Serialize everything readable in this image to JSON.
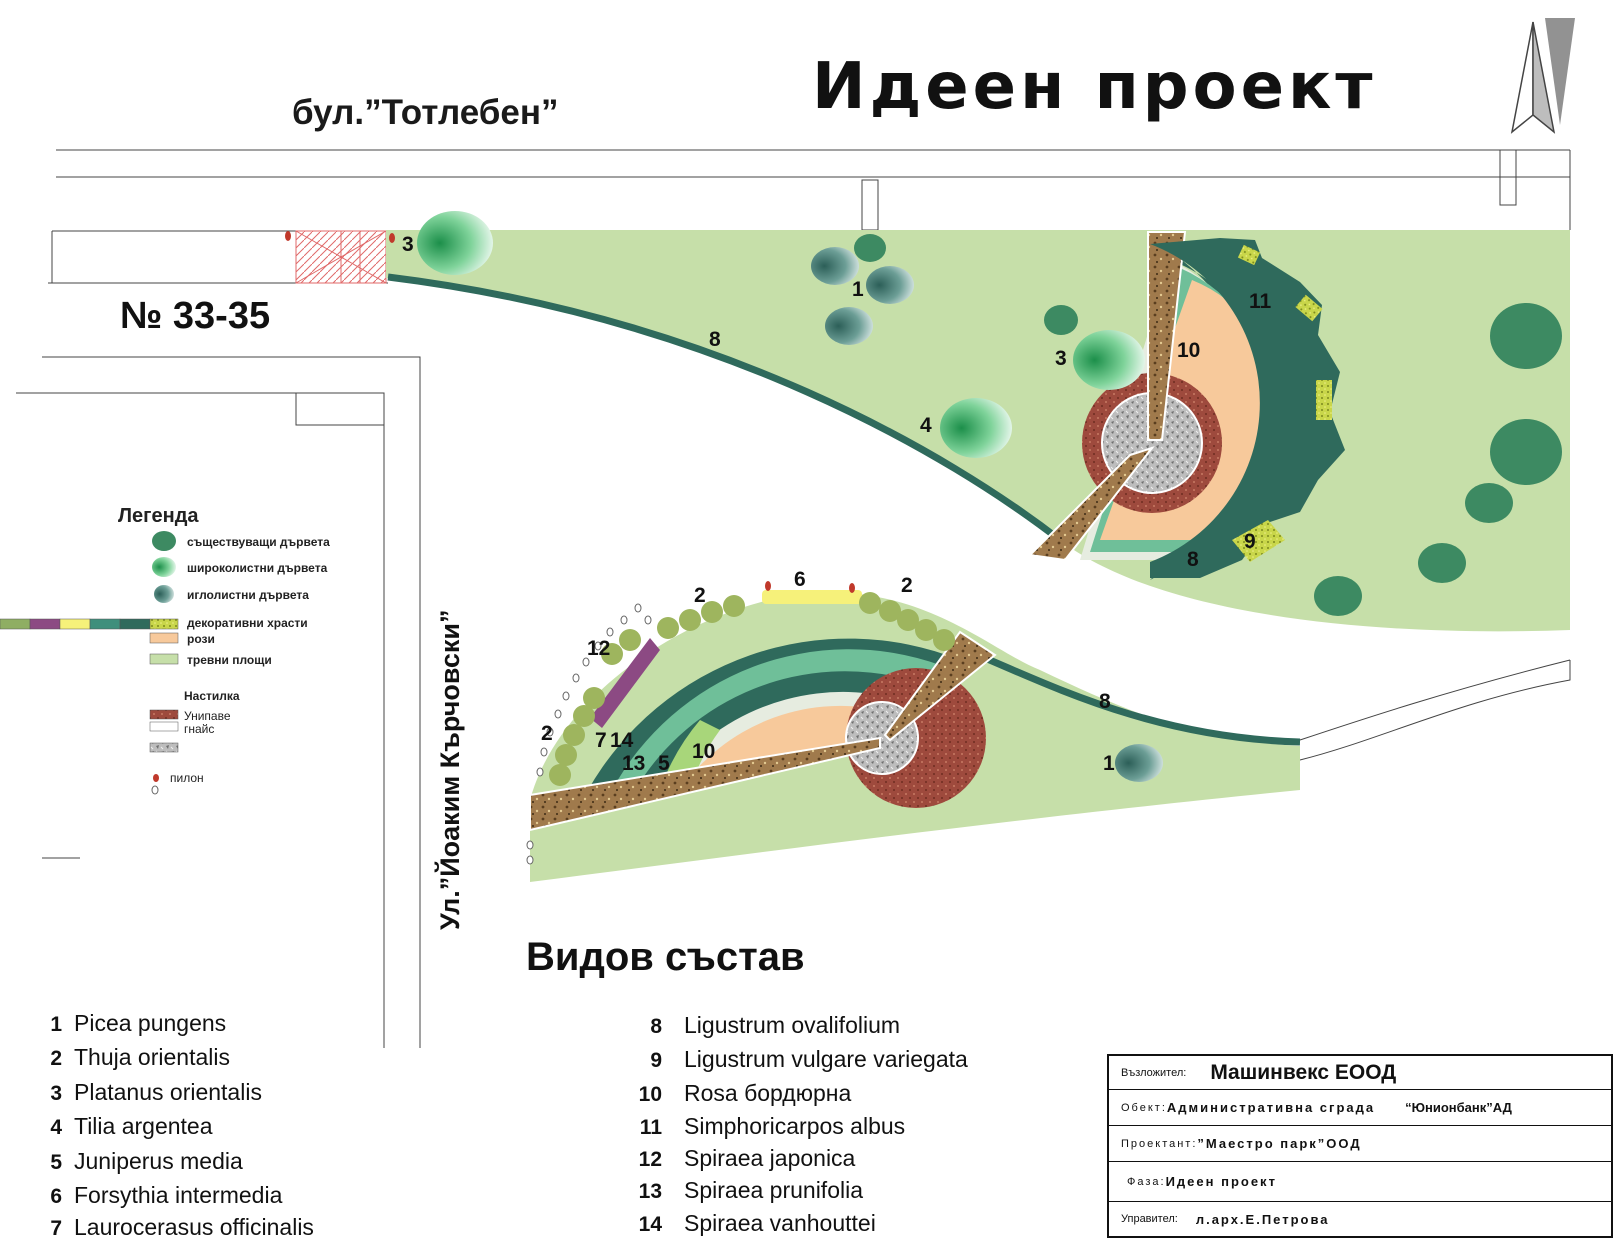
{
  "title": "Идеен проект",
  "street_top": "бул.”Тотлебен”",
  "address": "№ 33-35",
  "street_side": "Ул.”Йоаким Кърчовски”",
  "legend": {
    "title": "Легенда",
    "existing_trees": "съществуващи дървета",
    "deciduous_trees": "широколистни дървета",
    "conifers": "иглолистни дървета",
    "shrubs": "декоративни храсти",
    "roses": "рози",
    "lawns": "тревни площи",
    "paving_title": "Настилка",
    "unipave": "Унипаве",
    "gneiss": "гнайс",
    "pylon": "пилон"
  },
  "colors": {
    "lawn": "#c6dfa9",
    "hedge": "#2f6a5c",
    "rose": "#f7c99b",
    "brick": "#9e4a3d",
    "gneiss": "#b9b9b9",
    "tree_existing": "#3d8a62"
  },
  "plan_labels": {
    "n1a": "1",
    "n1b": "1",
    "n2a": "2",
    "n2b": "2",
    "n2c": "2",
    "n3a": "3",
    "n3b": "3",
    "n4": "4",
    "n5": "5",
    "n6": "6",
    "n7": "7",
    "n8a": "8",
    "n8b": "8",
    "n8c": "8",
    "n9": "9",
    "n10a": "10",
    "n10b": "10",
    "n11": "11",
    "n12": "12",
    "n13": "13",
    "n14": "14"
  },
  "species_title": "Видов състав",
  "species_left": [
    {
      "n": "1",
      "name": "Picea pungens"
    },
    {
      "n": "2",
      "name": "Thuja orientalis"
    },
    {
      "n": "3",
      "name": "Platanus orientalis"
    },
    {
      "n": "4",
      "name": "Tilia argentea"
    },
    {
      "n": "5",
      "name": "Juniperus media"
    },
    {
      "n": "6",
      "name": "Forsythia intermedia"
    },
    {
      "n": "7",
      "name": "Laurocerasus officinalis"
    }
  ],
  "species_right": [
    {
      "n": "8",
      "name": "Ligustrum ovalifolium"
    },
    {
      "n": "9",
      "name": "Ligustrum vulgare variegata"
    },
    {
      "n": "10",
      "name": "Rosa бордюрна"
    },
    {
      "n": "11",
      "name": "Simphoricarpos albus"
    },
    {
      "n": "12",
      "name": "Spiraea japonica"
    },
    {
      "n": "13",
      "name": "Spiraea prunifolia"
    },
    {
      "n": "14",
      "name": "Spiraea vanhouttei"
    }
  ],
  "title_block": {
    "client_label": "Възложител:",
    "client_value": "Машинвекс ЕООД",
    "object_label": "Обект:",
    "object_value": "Административна сграда",
    "object_value2": "“Юнионбанк”АД",
    "designer_label": "Проектант:",
    "designer_value": "”Маестро парк”ООД",
    "phase_label": "Фаза:",
    "phase_value": "Идеен проект",
    "manager_label": "Управител:",
    "manager_value": "л.арх.Е.Петрова"
  }
}
